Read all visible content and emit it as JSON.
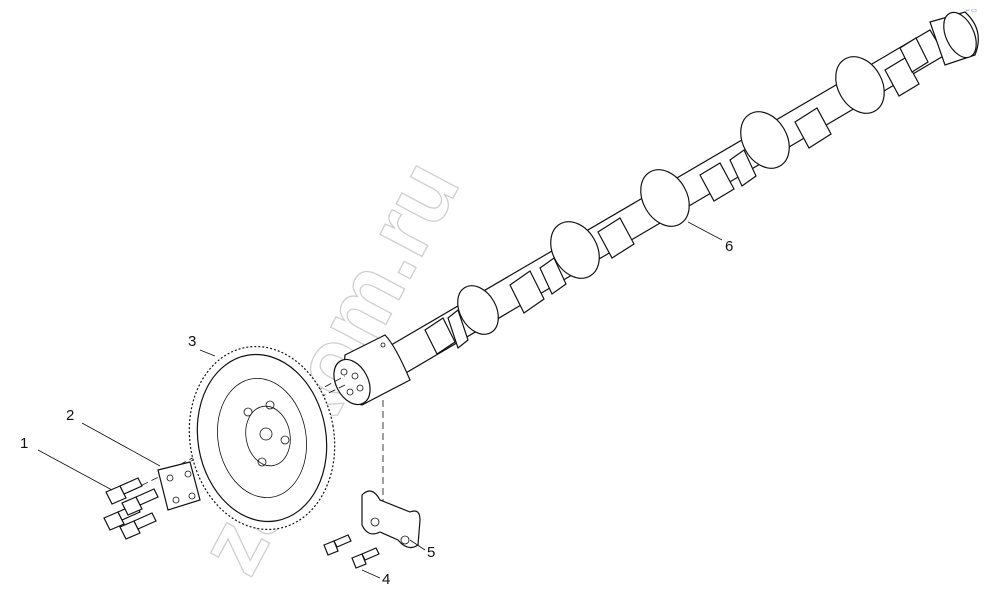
{
  "watermark": "zapkom.ru",
  "callouts": [
    {
      "id": "1",
      "label": "1"
    },
    {
      "id": "2",
      "label": "2"
    },
    {
      "id": "3",
      "label": "3"
    },
    {
      "id": "4",
      "label": "4"
    },
    {
      "id": "5",
      "label": "5"
    },
    {
      "id": "6",
      "label": "6"
    }
  ],
  "corner_mark": "⌐ ▭",
  "colors": {
    "line": "#111111",
    "watermark": "#cfcfcf",
    "background": "#ffffff"
  }
}
